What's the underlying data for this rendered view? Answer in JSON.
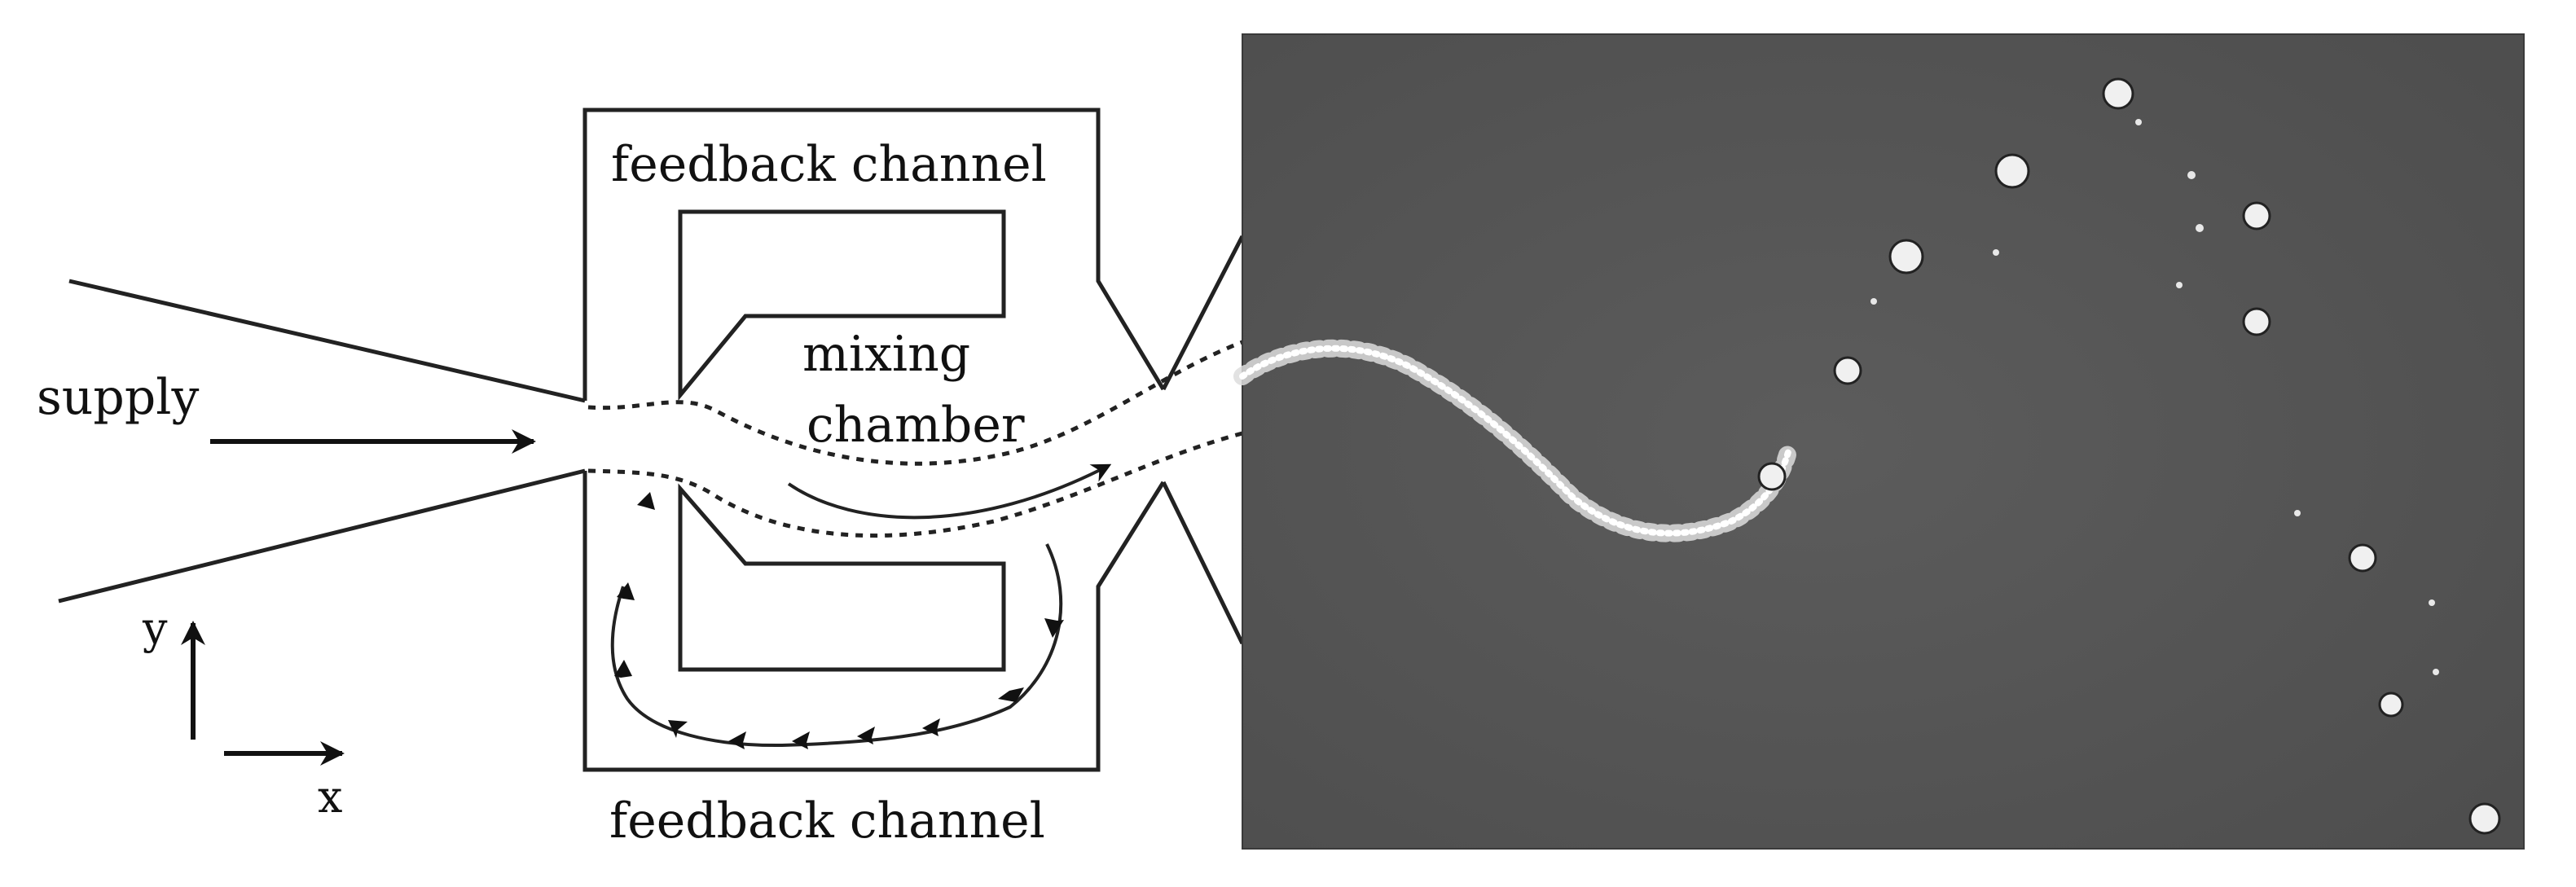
{
  "labels": {
    "supply": "supply",
    "feedback_top": "feedback channel",
    "feedback_bottom": "feedback channel",
    "mixing_line1": "mixing",
    "mixing_line2": "chamber",
    "axis_x": "x",
    "axis_y": "y"
  },
  "colors": {
    "line": "#222222",
    "photo_background": "#595959",
    "droplet": "#f2f2f2"
  }
}
